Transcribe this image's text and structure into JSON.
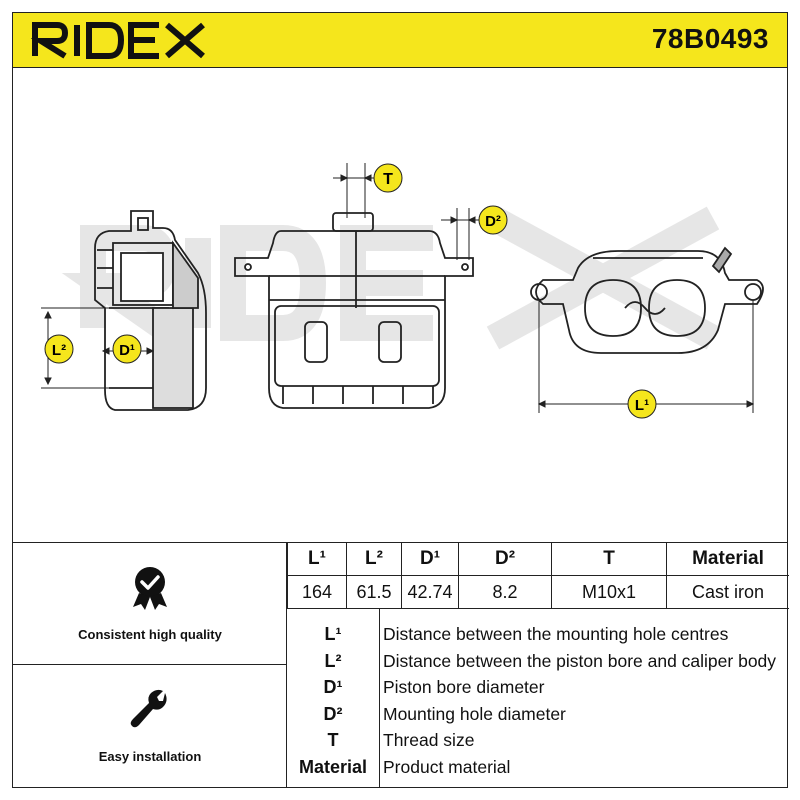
{
  "header": {
    "brand": "RIDEX",
    "part_number": "78B0493",
    "bg_color": "#f5e61c"
  },
  "drawing": {
    "labels": {
      "T": "T",
      "D2": "D²",
      "L2": "L²",
      "D1": "D¹",
      "L1": "L¹"
    },
    "watermark": "RIDEX"
  },
  "features": [
    {
      "icon": "quality-badge-icon",
      "label": "Consistent high quality"
    },
    {
      "icon": "wrench-icon",
      "label": "Easy installation"
    }
  ],
  "spec_table": {
    "headers": [
      "L¹",
      "L²",
      "D¹",
      "D²",
      "T",
      "Material"
    ],
    "values": [
      "164",
      "61.5",
      "42.74",
      "8.2",
      "M10x1",
      "Cast iron"
    ]
  },
  "legend": [
    {
      "key": "L¹",
      "desc": "Distance between the mounting hole centres"
    },
    {
      "key": "L²",
      "desc": "Distance between the piston bore and caliper body"
    },
    {
      "key": "D¹",
      "desc": "Piston bore diameter"
    },
    {
      "key": "D²",
      "desc": "Mounting hole diameter"
    },
    {
      "key": "T",
      "desc": "Thread size"
    },
    {
      "key": "Material",
      "desc": "Product material"
    }
  ]
}
